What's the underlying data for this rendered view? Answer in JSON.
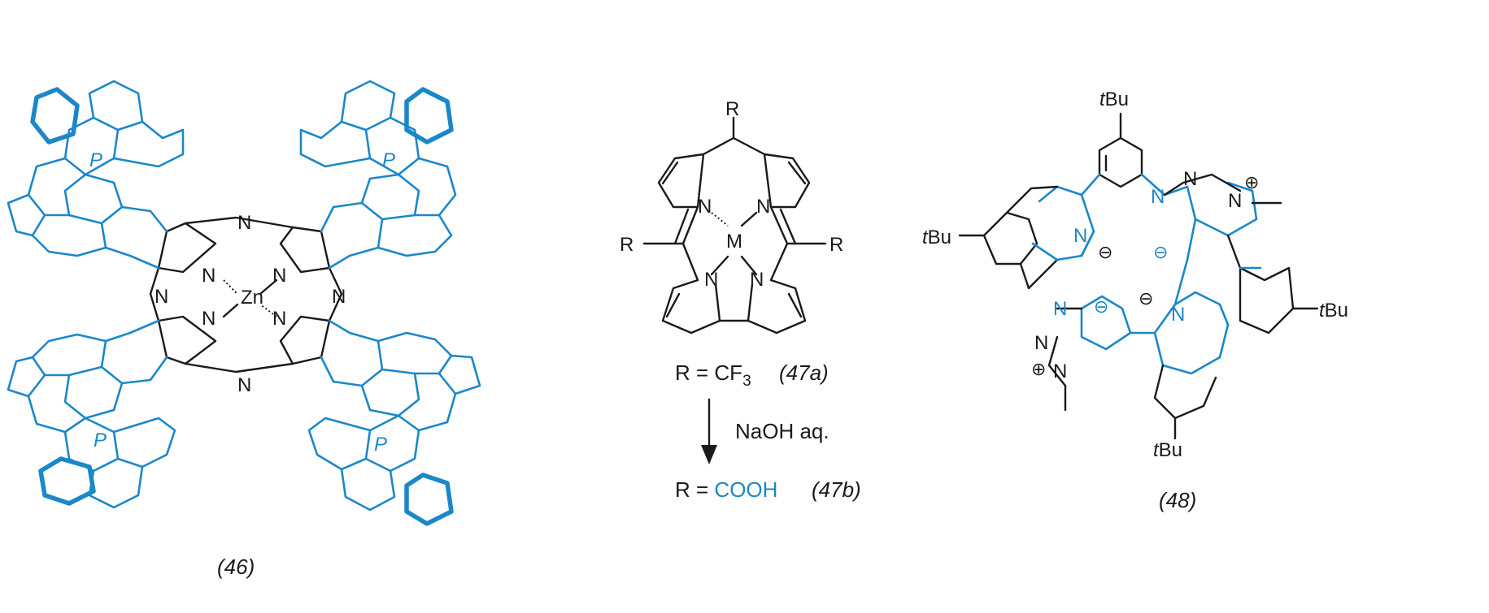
{
  "colors": {
    "black": "#1a1a1a",
    "blue": "#1b87c9"
  },
  "c46": {
    "label": "(46)",
    "metal": "Zn",
    "n": "N",
    "helicity": "P"
  },
  "c47": {
    "label_a": "(47a)",
    "label_b": "(47b)",
    "metal": "M",
    "n": "N",
    "r": "R",
    "eq_prefix": "R = CF",
    "eq_sub": "3",
    "eq2_prefix": "R = ",
    "eq2_value": "COOH",
    "reagent": "NaOH aq."
  },
  "c48": {
    "label": "(48)",
    "tbu_t": "t",
    "tbu_bu": "Bu",
    "n": "N",
    "minus": "⊖",
    "plus": "⊕"
  }
}
